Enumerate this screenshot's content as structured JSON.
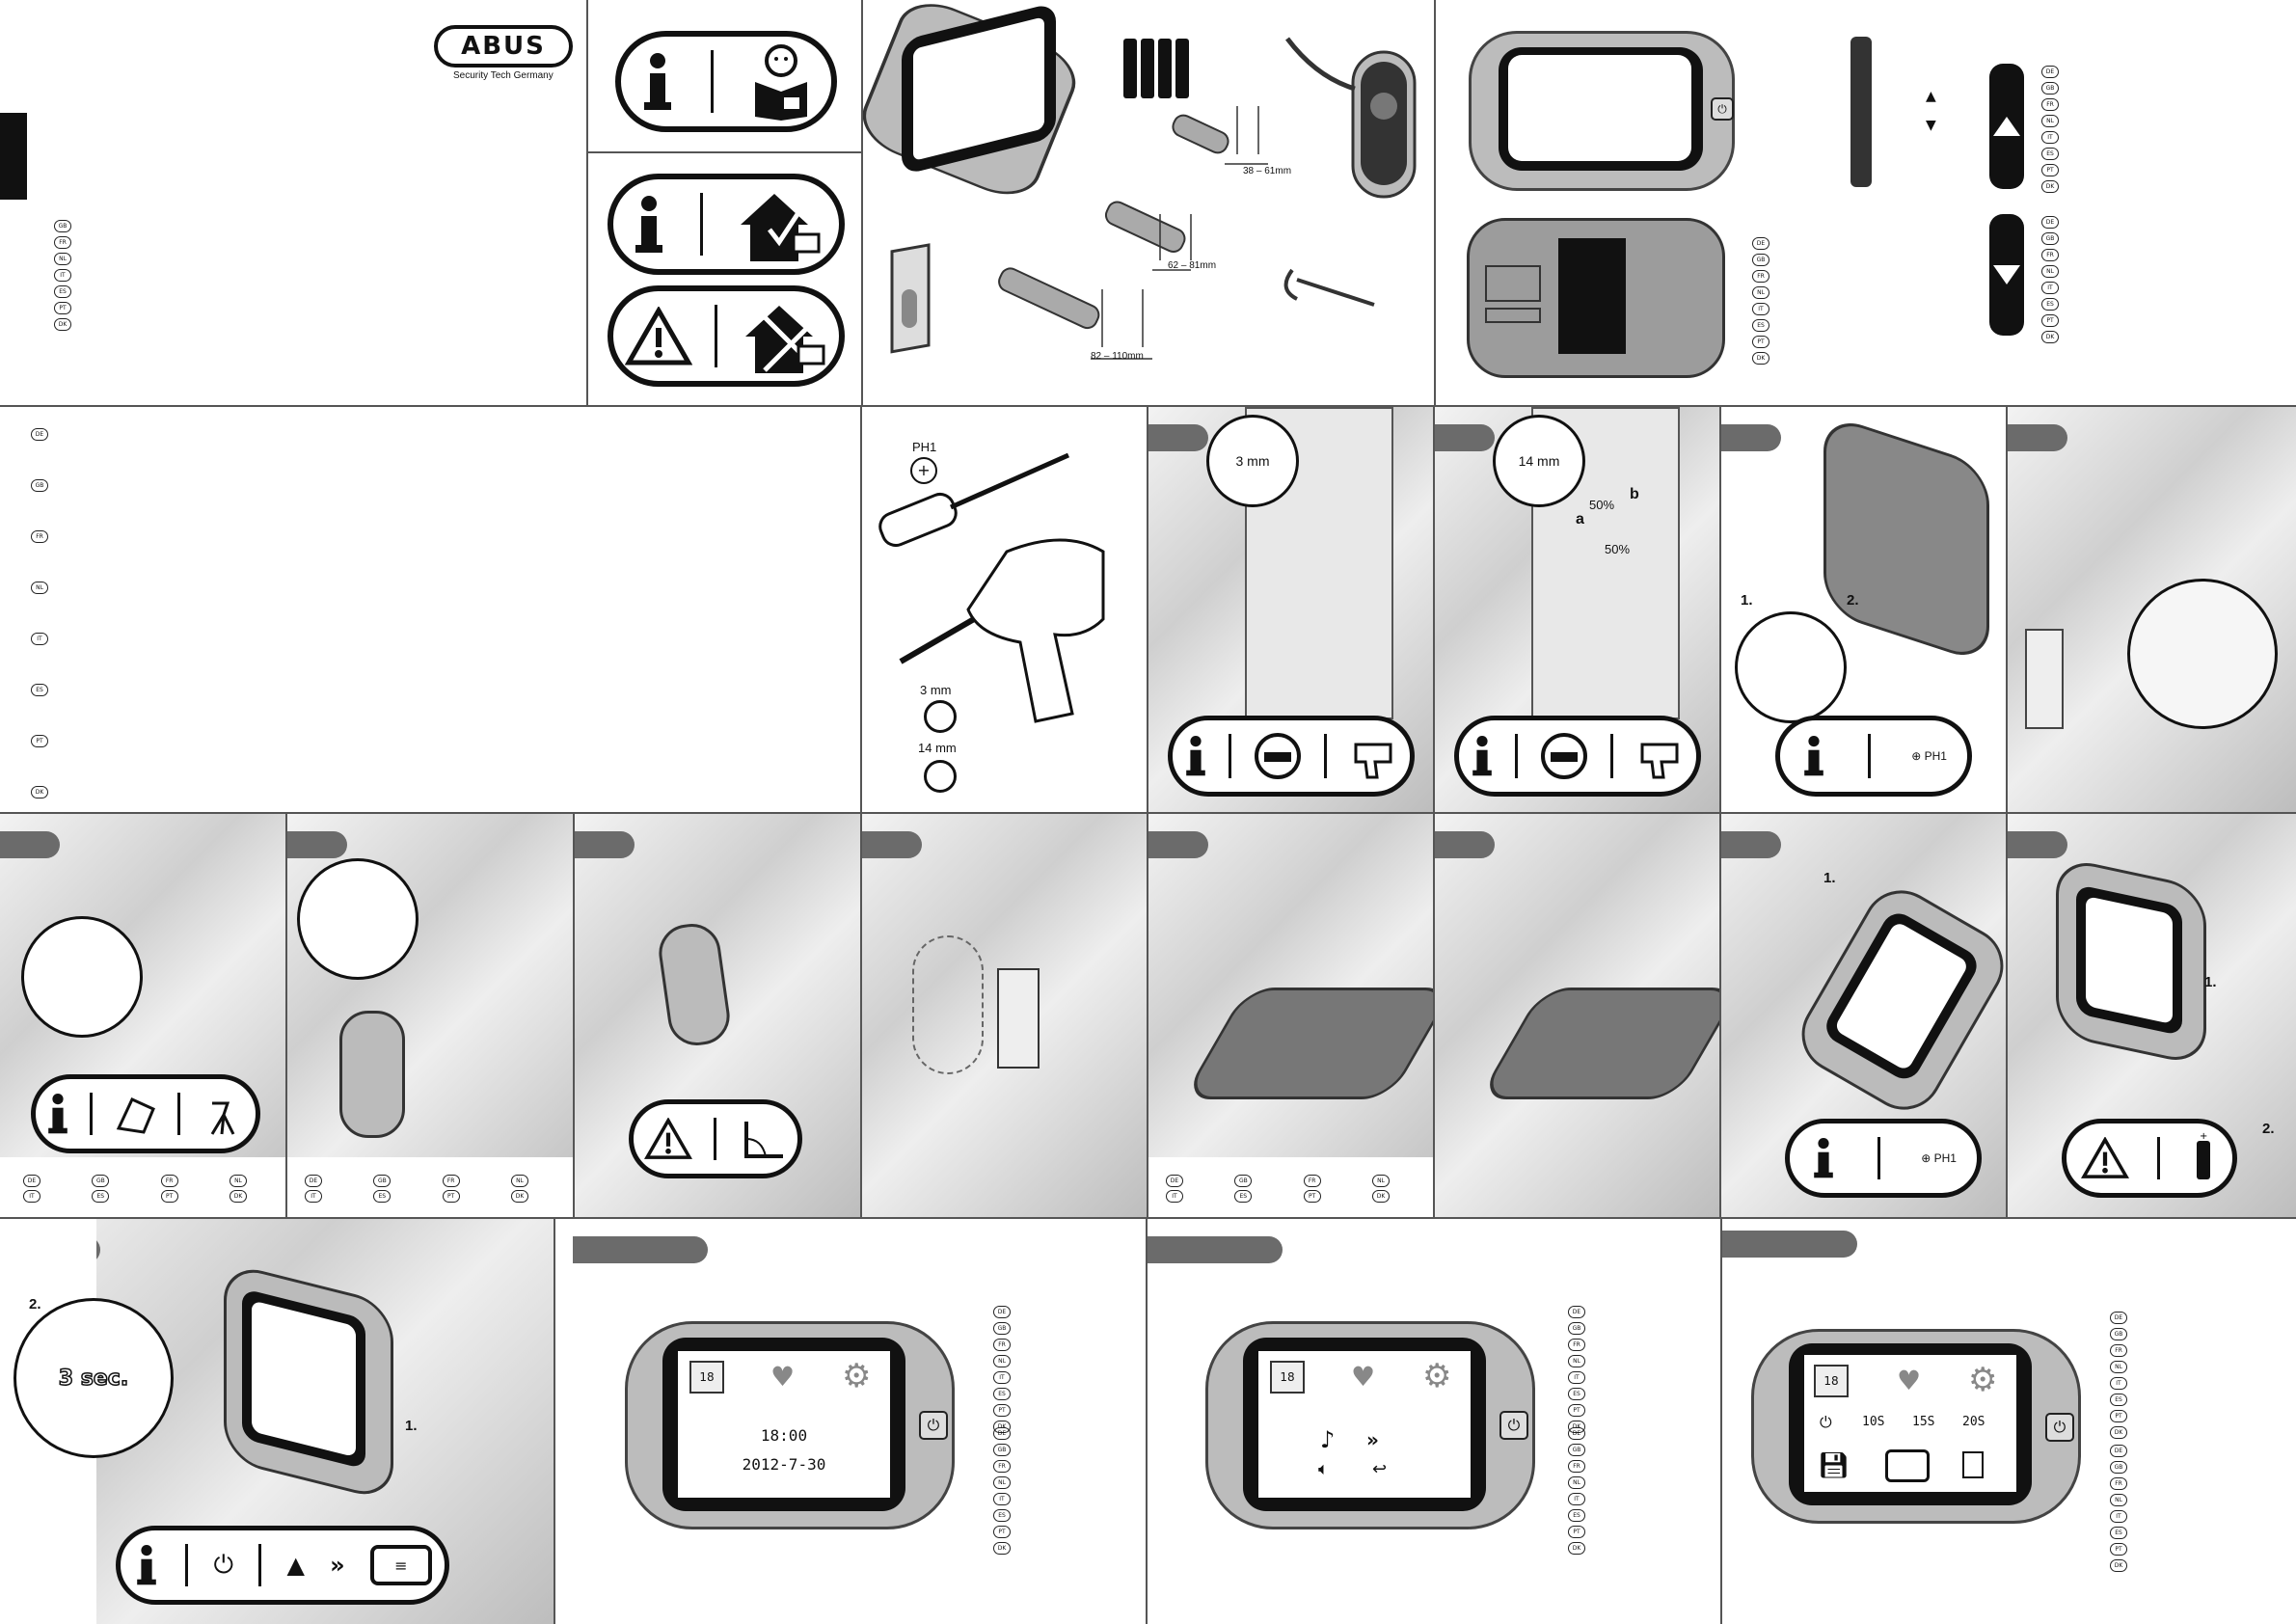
{
  "brand": {
    "logo": "ABUS",
    "tagline": "Security Tech Germany"
  },
  "languages": {
    "cover": [
      "GB",
      "FR",
      "NL",
      "IT",
      "ES",
      "PT",
      "DK"
    ],
    "manual": [
      "DE",
      "GB",
      "FR",
      "NL",
      "IT",
      "ES",
      "PT",
      "DK"
    ],
    "two_group": [
      "DE",
      "GB",
      "FR",
      "NL",
      "IT",
      "ES",
      "PT",
      "DK"
    ],
    "footer_row1": [
      "DE",
      "GB",
      "FR",
      "NL"
    ],
    "footer_row2": [
      "IT",
      "ES",
      "PT",
      "DK"
    ],
    "controls_a": [
      "DE",
      "GB",
      "FR",
      "NL",
      "IT",
      "ES",
      "PT",
      "DK"
    ],
    "controls_b": [
      "DE",
      "GB",
      "FR",
      "NL",
      "IT",
      "ES",
      "PT",
      "DK"
    ]
  },
  "dimensions": {
    "small": "38 – 61mm",
    "medium": "62 – 81mm",
    "large": "82 – 110mm"
  },
  "tools": {
    "screwdriver": "PH1",
    "drill_small": "3 mm",
    "drill_large": "14 mm"
  },
  "drilling": {
    "bit_small": "3 mm",
    "bit_large": "14 mm",
    "percent_a": "50%",
    "percent_b": "50%",
    "step_a": "a",
    "step_b": "b"
  },
  "steps": {
    "one": "1.",
    "two": "2.",
    "hold": "3 sec."
  },
  "screens": {
    "home": {
      "date_icon": "18",
      "time": "18:00",
      "date": "2012-7-30"
    },
    "sound": {
      "date_icon": "18"
    },
    "settings": {
      "date_icon": "18",
      "opt1": "10S",
      "opt2": "15S",
      "opt3": "20S"
    }
  },
  "icons": {
    "info": "info-icon",
    "warning": "warning-icon",
    "power": "power-icon"
  }
}
